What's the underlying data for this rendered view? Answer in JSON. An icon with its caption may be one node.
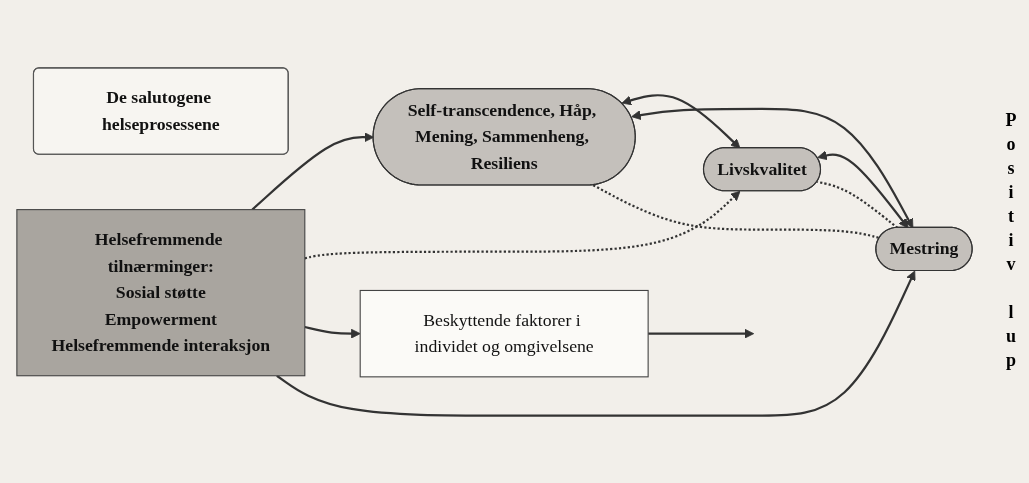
{
  "diagram": {
    "nodes": [
      {
        "text": [
          "De salutogene helseprosessene"
        ]
      },
      {
        "text": [
          "Self-transcendence, Håp, Mening, Sammenheng, Resiliens"
        ]
      },
      {
        "text": [
          "Livskvalitet"
        ]
      },
      {
        "text": [
          "Beskyttende faktorer i individet og omgivelsene"
        ]
      },
      {
        "text": [
          "Helsefremmende tilnærminger:",
          "Sosial støtte",
          "Empowerment",
          "Helsefremmende interaksjon"
        ]
      },
      {
        "text": [
          "Mestring"
        ]
      }
    ],
    "edges": [
      {
        "from": 4,
        "to": 1,
        "arrow": "to"
      },
      {
        "from": 4,
        "to": 2,
        "arrow": "to",
        "style": "dashed"
      },
      {
        "from": 1,
        "to": 2,
        "arrow": "both"
      },
      {
        "from": 3,
        "to": null,
        "arrow": "to"
      },
      {
        "from": 1,
        "to": 5,
        "arrow": "both"
      },
      {
        "from": 1,
        "to": 5,
        "arrow": "none",
        "style": "dashed"
      },
      {
        "from": 5,
        "to": 2,
        "arrow": "none",
        "style": "dashed"
      },
      {
        "from": 2,
        "to": 5,
        "arrow": "both"
      },
      {
        "from": 4,
        "to": 3,
        "arrow": "to"
      },
      {
        "from": 4,
        "to": 5,
        "arrow": "to"
      }
    ],
    "labels": [
      "Positiv lup"
    ]
  }
}
